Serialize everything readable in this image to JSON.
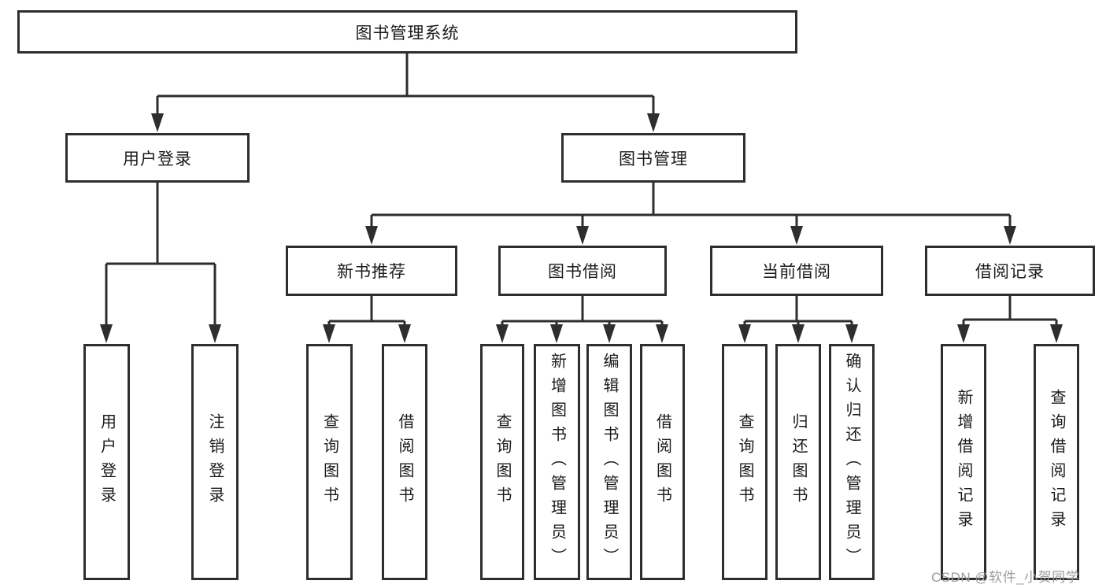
{
  "colors": {
    "line": "#2e2e2e",
    "text": "#1b1b1b",
    "watermark": "#9c9ca0",
    "background": "#ffffff"
  },
  "root": {
    "label": "图书管理系统"
  },
  "level2": [
    {
      "label": "用户登录"
    },
    {
      "label": "图书管理"
    }
  ],
  "level3": [
    {
      "label": "新书推荐"
    },
    {
      "label": "图书借阅"
    },
    {
      "label": "当前借阅"
    },
    {
      "label": "借阅记录"
    }
  ],
  "leaves": [
    {
      "label": "用户登录"
    },
    {
      "label": "注销登录"
    },
    {
      "label": "查询图书"
    },
    {
      "label": "借阅图书"
    },
    {
      "label": "查询图书"
    },
    {
      "label": "新增图书（管理员）"
    },
    {
      "label": "编辑图书（管理员）"
    },
    {
      "label": "借阅图书"
    },
    {
      "label": "查询图书"
    },
    {
      "label": "归还图书"
    },
    {
      "label": "确认归还（管理员）"
    },
    {
      "label": "新增借阅记录"
    },
    {
      "label": "查询借阅记录"
    }
  ],
  "watermark": {
    "label": "CSDN @软件_小贺同学"
  }
}
